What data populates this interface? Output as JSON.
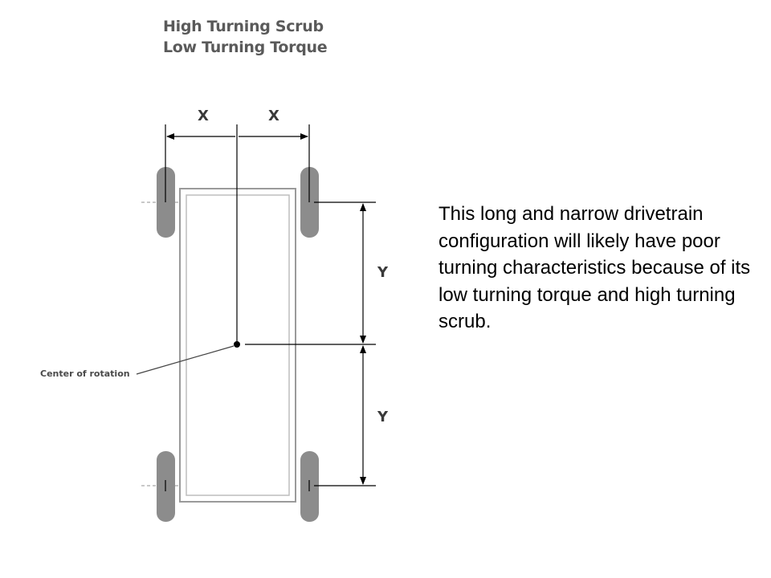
{
  "diagram": {
    "title_line1": "High Turning Scrub",
    "title_line2": "Low Turning Torque",
    "dimension_x_left": "X",
    "dimension_x_right": "X",
    "dimension_y_top": "Y",
    "dimension_y_bottom": "Y",
    "center_label": "Center of rotation",
    "colors": {
      "wheel": "#8c8c8c",
      "frame": "#9a9a9a",
      "lines": "#000000"
    }
  },
  "explanation": {
    "text": "This long and narrow drivetrain configuration will likely have poor turning characteristics because of its low turning torque and high turning scrub."
  }
}
